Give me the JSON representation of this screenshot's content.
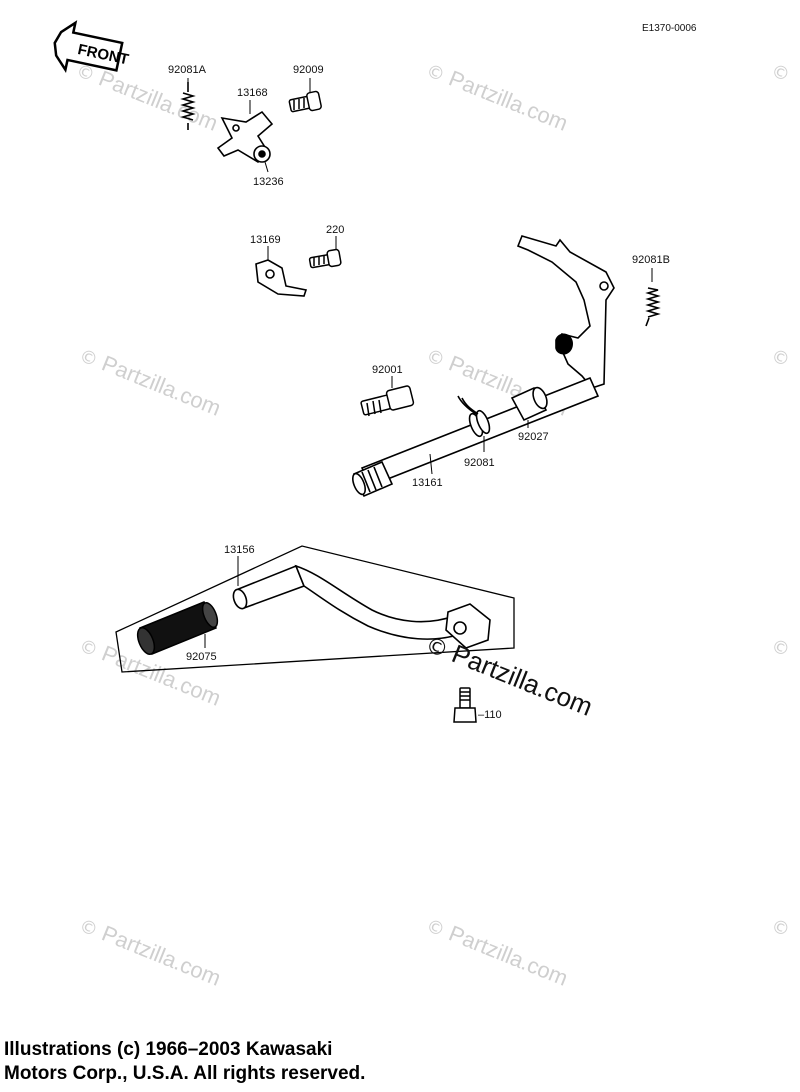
{
  "diagram_code": "E1370-0006",
  "front_label": "FRONT",
  "parts": {
    "p92081A": "92081A",
    "p92009": "92009",
    "p13168": "13168",
    "p13236": "13236",
    "p13169": "13169",
    "p220": "220",
    "p92081B": "92081B",
    "p92001": "92001",
    "p92027": "92027",
    "p92081": "92081",
    "p13161": "13161",
    "p13156": "13156",
    "p92075": "92075",
    "p110": "–110"
  },
  "watermark": {
    "symbol": "©",
    "text": "Partzilla.com"
  },
  "copyright": {
    "line1": "Illustrations (c) 1966–2003 Kawasaki",
    "line2": "Motors Corp., U.S.A.  All rights reserved."
  }
}
